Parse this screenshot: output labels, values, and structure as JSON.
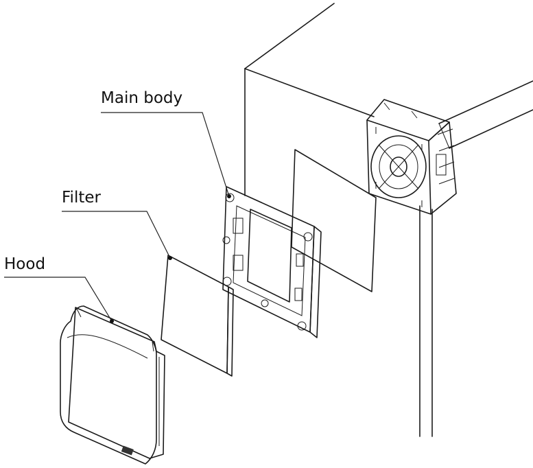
{
  "labels": {
    "main_body": "Main body",
    "filter": "Filter",
    "hood": "Hood"
  },
  "colors": {
    "line": "#1a1a1a",
    "background": "#ffffff",
    "filter_mesh": "#b8b8b8"
  },
  "parts": [
    "enclosure-wall",
    "cooling-fan",
    "gasket",
    "main-body",
    "filter",
    "hood"
  ]
}
